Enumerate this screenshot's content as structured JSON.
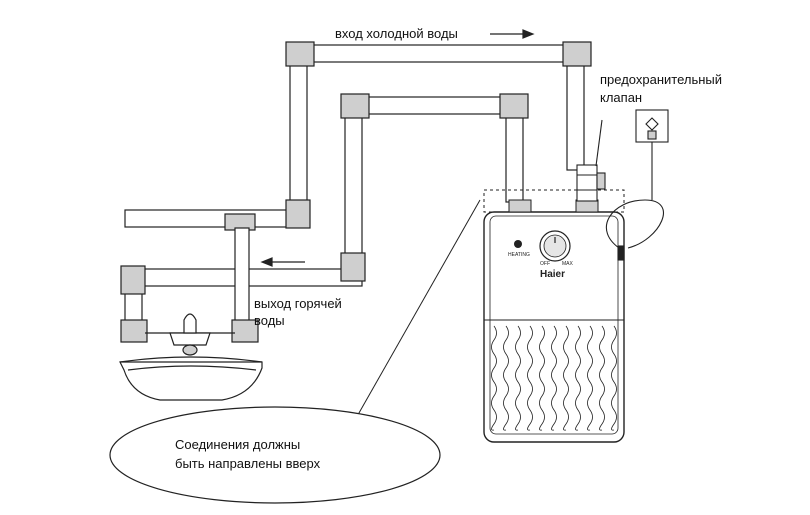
{
  "labels": {
    "cold_inlet": "вход холодной воды",
    "safety_valve_line1": "предохранительный",
    "safety_valve_line2": "клапан",
    "hot_outlet_line1": "выход горячей",
    "hot_outlet_line2": "воды",
    "note_line1": "Соединения должны",
    "note_line2": "быть направлены вверх"
  },
  "heater": {
    "brand": "Haier",
    "indicator_label": "HEATING",
    "dial_min_label": "OFF",
    "dial_max_label": "MAX"
  },
  "colors": {
    "line": "#222222",
    "pipe_fill": "#ffffff",
    "fitting_fill": "#cfcfcf",
    "dial_fill": "#e6e6e6"
  },
  "icons": {
    "flow_arrow": "arrow-right",
    "plug": "power-plug-icon",
    "indicator": "heating-indicator-icon"
  }
}
